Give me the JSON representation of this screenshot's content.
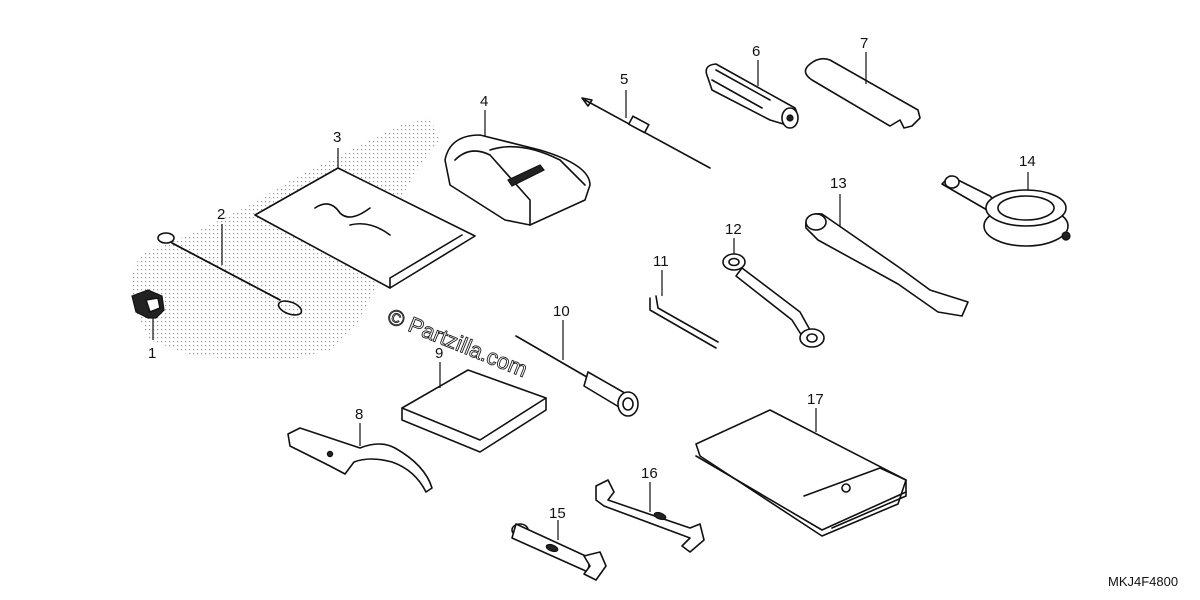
{
  "callouts": {
    "p1": "1",
    "p2": "2",
    "p3": "3",
    "p4": "4",
    "p5": "5",
    "p6": "6",
    "p7": "7",
    "p8": "8",
    "p9": "9",
    "p10": "10",
    "p11": "11",
    "p12": "12",
    "p13": "13",
    "p14": "14",
    "p15": "15",
    "p16": "16",
    "p17": "17"
  },
  "watermark": {
    "line1": "© Partzilla.com"
  },
  "diagram_code": "MKJ4F4800",
  "colors": {
    "line": "#111111",
    "background": "#ffffff",
    "stipple": "#bbbbbb"
  }
}
